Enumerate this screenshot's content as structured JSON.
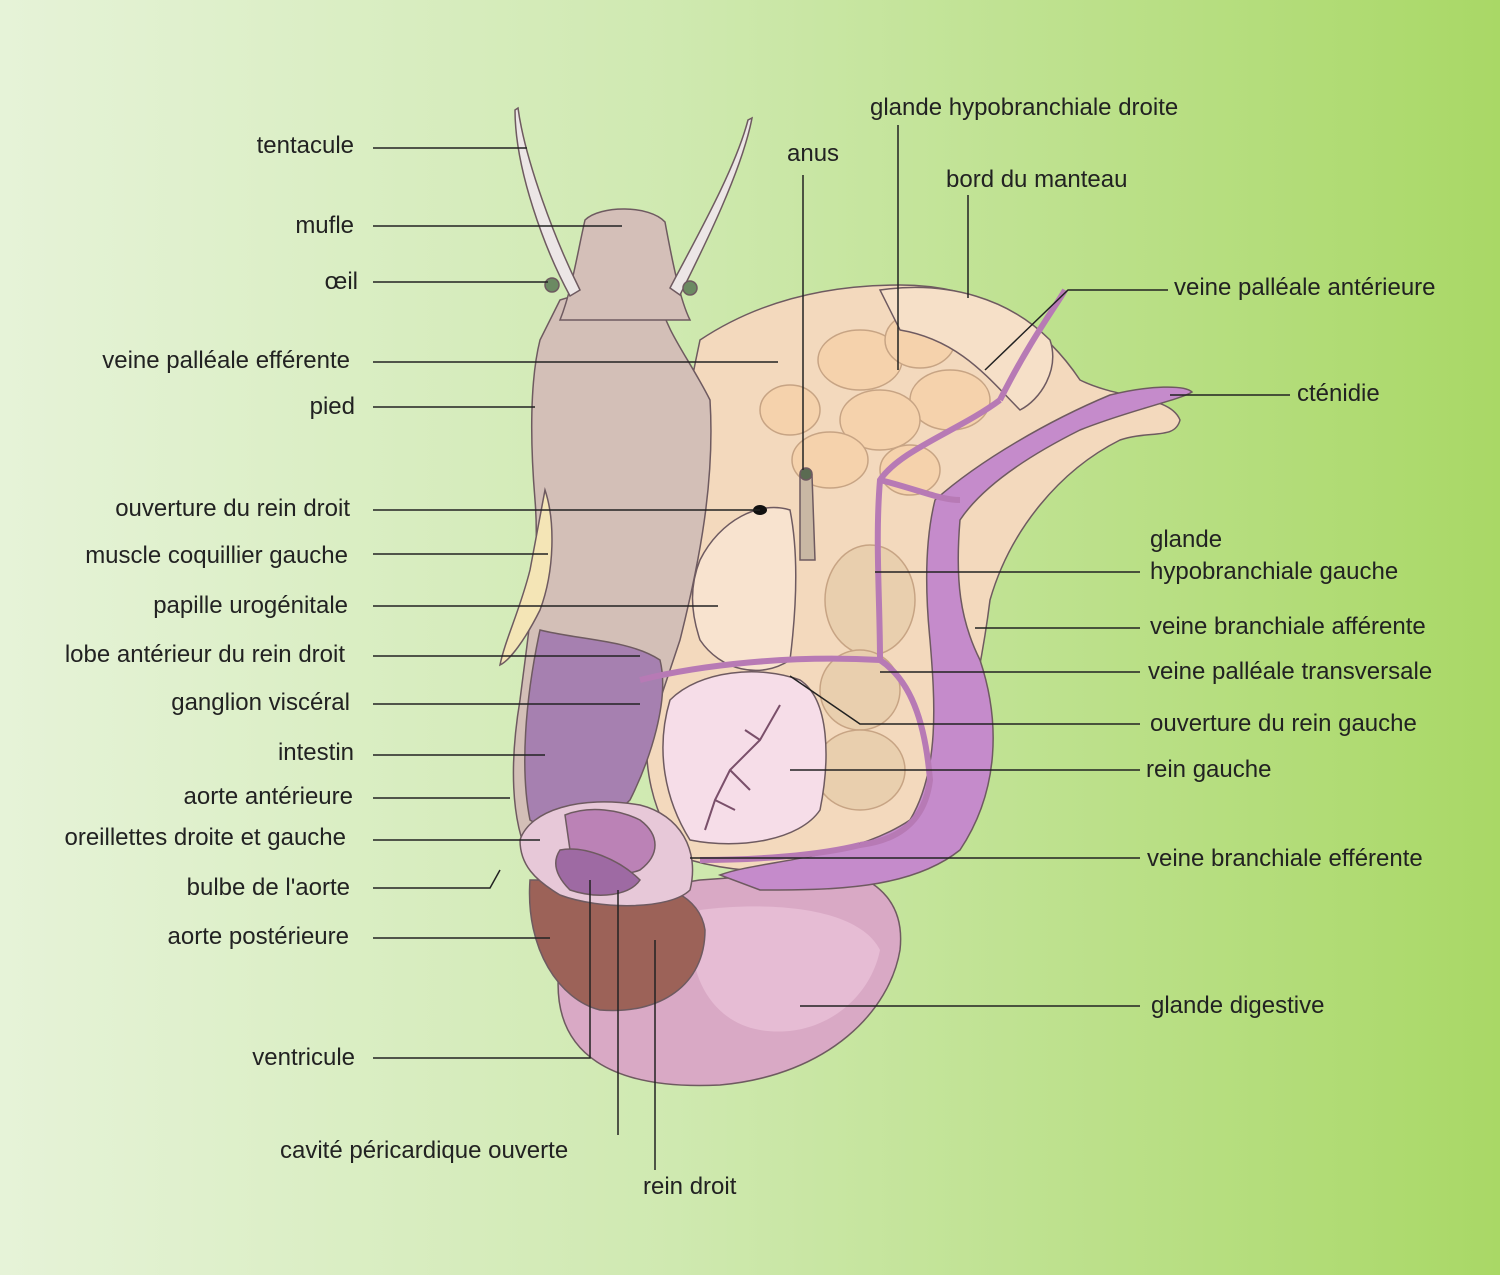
{
  "labels": {
    "tentacule": "tentacule",
    "mufle": "mufle",
    "oeil": "œil",
    "veine_palleale_efferente": "veine palléale efférente",
    "pied": "pied",
    "ouverture_rein_droit": "ouverture du rein droit",
    "muscle_coquillier_gauche": "muscle coquillier gauche",
    "papille_urogenitale": "papille urogénitale",
    "lobe_anterieur_rein_droit": "lobe antérieur du rein droit",
    "ganglion_visceral": "ganglion viscéral",
    "intestin": "intestin",
    "aorte_anterieure": "aorte antérieure",
    "oreillettes": "oreillettes droite et gauche",
    "bulbe_aorte": "bulbe de l'aorte",
    "aorte_posterieure": "aorte postérieure",
    "ventricule": "ventricule",
    "cavite_pericardique": "cavité péricardique ouverte",
    "rein_droit": "rein droit",
    "anus": "anus",
    "glande_hypobranchiale_droite": "glande hypobranchiale droite",
    "bord_manteau": "bord du manteau",
    "veine_palleale_anterieure": "veine palléale antérieure",
    "ctenidie": "cténidie",
    "glande_hypobranchiale_gauche_1": "glande",
    "glande_hypobranchiale_gauche_2": "hypobranchiale gauche",
    "veine_branchiale_afferente": "veine branchiale afférente",
    "veine_palleale_transversale": "veine palléale transversale",
    "ouverture_rein_gauche": "ouverture du rein gauche",
    "rein_gauche": "rein gauche",
    "veine_branchiale_efferente": "veine branchiale efférente",
    "glande_digestive": "glande digestive"
  },
  "colors": {
    "foot": "#d4bfb8",
    "foot_dark": "#b39a93",
    "tentacle": "#ece6e6",
    "mantle": "#f5dcc0",
    "mantle_inner": "#dcc79d",
    "vessel": "#b77ab5",
    "gill": "#c58bcb",
    "intestine": "#a680b0",
    "kidney_left": "#f6dde8",
    "digestive": "#d8a9c4",
    "rein_droit": "#9c6258",
    "muscle": "#f4e5b6",
    "leader_line": "#222222"
  }
}
